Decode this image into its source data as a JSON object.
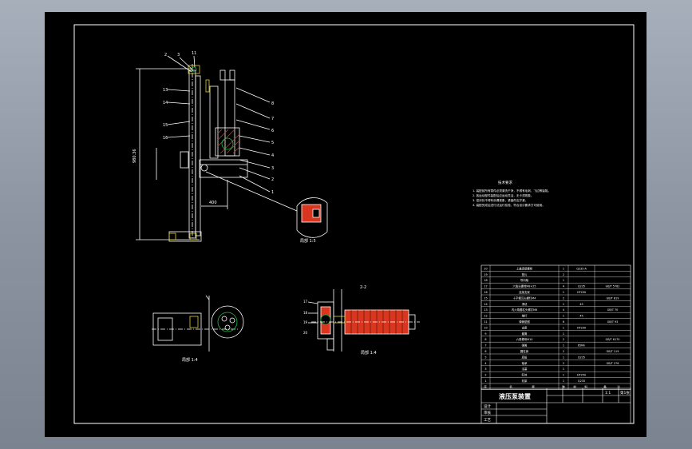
{
  "drawing": {
    "title_block": {
      "drawing_name": "液压泵装置",
      "scale_text": "1:1",
      "sheet_text": "第1张",
      "labels": [
        "设计",
        "审核",
        "工艺"
      ],
      "header_cells": [
        "序",
        "名",
        "称",
        "数",
        "材",
        "料",
        "备",
        "注"
      ]
    },
    "notes": {
      "heading": "技术要求",
      "lines": [
        "1. 装配前所有零件必须清洗干净，不得有毛刺、飞边等缺陷。",
        "2. 各运动部件装配后应运动灵活，无卡滞现象。",
        "3. 密封处不得有渗漏现象，紧固件应拧紧。",
        "4. 装配完成后进行试运行检验，符合设计要求方可使用。"
      ]
    },
    "views": {
      "main_dim_vertical": "980.36",
      "main_dim_horizontal": "400",
      "detail_label_1": "局部 1:5",
      "detail_label_2": "局部 1:4",
      "detail_label_3": "局部 1:4",
      "section_label": "2-2"
    },
    "balloons_left": [
      "2",
      "3",
      "11",
      "13",
      "14",
      "15",
      "16"
    ],
    "balloons_right": [
      "8",
      "7",
      "6",
      "5",
      "4",
      "3",
      "2",
      "1"
    ],
    "balloons_bottom": [
      "17",
      "18",
      "19",
      "20"
    ],
    "parts_list": [
      {
        "no": "20",
        "name": "上盖连接螺栓",
        "qty": "1",
        "mat": "Q235-A",
        "note": ""
      },
      {
        "no": "19",
        "name": "垫片",
        "qty": "2",
        "mat": "",
        "note": ""
      },
      {
        "no": "18",
        "name": "导向轴",
        "qty": "1",
        "mat": "",
        "note": ""
      },
      {
        "no": "17",
        "name": "六角头螺栓M8×25",
        "qty": "4",
        "mat": "Q235",
        "note": "GB/T 5782"
      },
      {
        "no": "16",
        "name": "连接支架",
        "qty": "1",
        "mat": "HT200",
        "note": ""
      },
      {
        "no": "15",
        "name": "十字槽沉头螺钉M4",
        "qty": "2",
        "mat": "",
        "note": "GB/T 819"
      },
      {
        "no": "14",
        "name": "滑块",
        "qty": "1",
        "mat": "45",
        "note": ""
      },
      {
        "no": "13",
        "name": "内六角圆柱头螺钉M6",
        "qty": "4",
        "mat": "",
        "note": "GB/T 70"
      },
      {
        "no": "12",
        "name": "推杆",
        "qty": "1",
        "mat": "45",
        "note": ""
      },
      {
        "no": "11",
        "name": "弹簧垫圈",
        "qty": "6",
        "mat": "",
        "note": "GB/T 93"
      },
      {
        "no": "10",
        "name": "支座",
        "qty": "1",
        "mat": "HT200",
        "note": ""
      },
      {
        "no": "9",
        "name": "套筒",
        "qty": "1",
        "mat": "",
        "note": ""
      },
      {
        "no": "8",
        "name": "六角螺母M10",
        "qty": "2",
        "mat": "",
        "note": "GB/T 6170"
      },
      {
        "no": "7",
        "name": "弹簧",
        "qty": "1",
        "mat": "65Mn",
        "note": ""
      },
      {
        "no": "6",
        "name": "圆柱销",
        "qty": "2",
        "mat": "",
        "note": "GB/T 119"
      },
      {
        "no": "5",
        "name": "底板",
        "qty": "1",
        "mat": "Q235",
        "note": ""
      },
      {
        "no": "4",
        "name": "轴承",
        "qty": "2",
        "mat": "",
        "note": "GB/T 276"
      },
      {
        "no": "3",
        "name": "活塞",
        "qty": "1",
        "mat": "",
        "note": ""
      },
      {
        "no": "2",
        "name": "缸体",
        "qty": "1",
        "mat": "HT250",
        "note": ""
      },
      {
        "no": "1",
        "name": "机架",
        "qty": "1",
        "mat": "Q235",
        "note": ""
      }
    ],
    "colors": {
      "background": "#000000",
      "lines": "#ffffff",
      "hatch": "#d9351f",
      "accent_green": "#20c040",
      "accent_yellow": "#e0d030"
    }
  }
}
